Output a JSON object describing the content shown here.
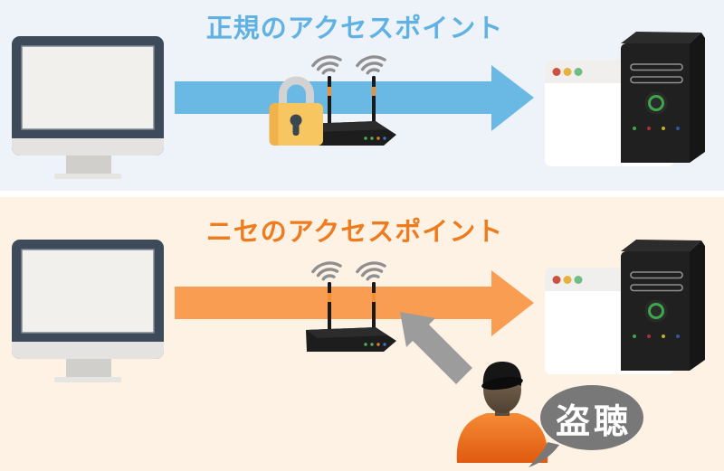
{
  "diagram": {
    "background_top": "#edf3f8",
    "background_bottom": "#fdf2e4",
    "sections": {
      "legitimate": {
        "title": "正規のアクセスポイント",
        "title_color": "#5fb2e3",
        "arrow_color": "#6ab8e4"
      },
      "fake": {
        "title": "ニセのアクセスポイント",
        "title_color": "#ee7c1e",
        "arrow_color": "#f99d52"
      }
    },
    "attacker": {
      "speech_bubble_text": "盗聴",
      "speech_bubble_color": "#787878",
      "attack_arrow_color": "#9c9c9c"
    },
    "icons": {
      "computer": "desktop-computer-icon",
      "padlock": "gold-padlock-icon",
      "router": "wifi-router-icon",
      "wifi": "wifi-signal-icon",
      "browser": "browser-window-icon",
      "server": "server-tower-icon",
      "attacker": "attacker-person-icon"
    }
  }
}
